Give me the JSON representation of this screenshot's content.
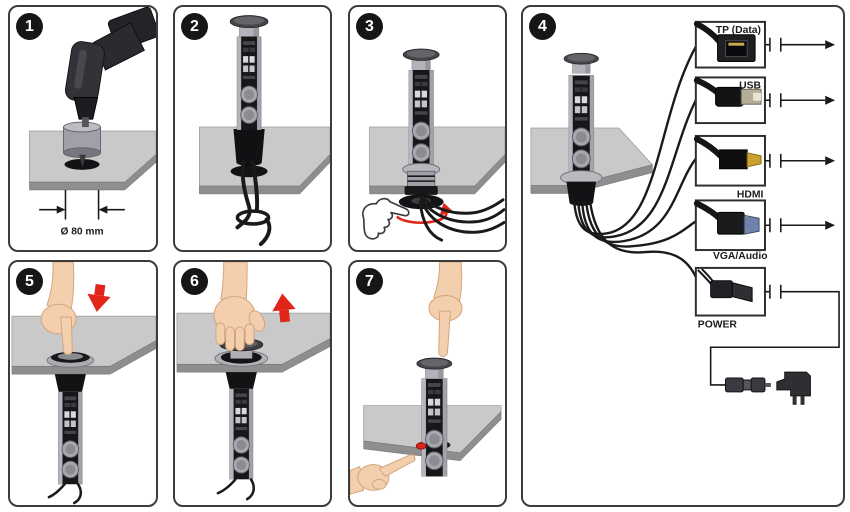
{
  "steps": [
    {
      "number": "1"
    },
    {
      "number": "2"
    },
    {
      "number": "3"
    },
    {
      "number": "4"
    },
    {
      "number": "5"
    },
    {
      "number": "6"
    },
    {
      "number": "7"
    }
  ],
  "panel1": {
    "hole_diameter_label": "Ø 80 mm"
  },
  "panel4": {
    "connectors": [
      {
        "label": "TP (Data)"
      },
      {
        "label": "USB"
      },
      {
        "label": "HDMI"
      },
      {
        "label": "VGA/Audio"
      },
      {
        "label": "POWER"
      }
    ]
  },
  "colors": {
    "accent_red": "#e02418",
    "desk_top": "#c9c9c9",
    "desk_front": "#8e8e8e",
    "ink": "#1a1a1a",
    "box_border": "#2e2e2e",
    "skin": "#f3cfae"
  }
}
